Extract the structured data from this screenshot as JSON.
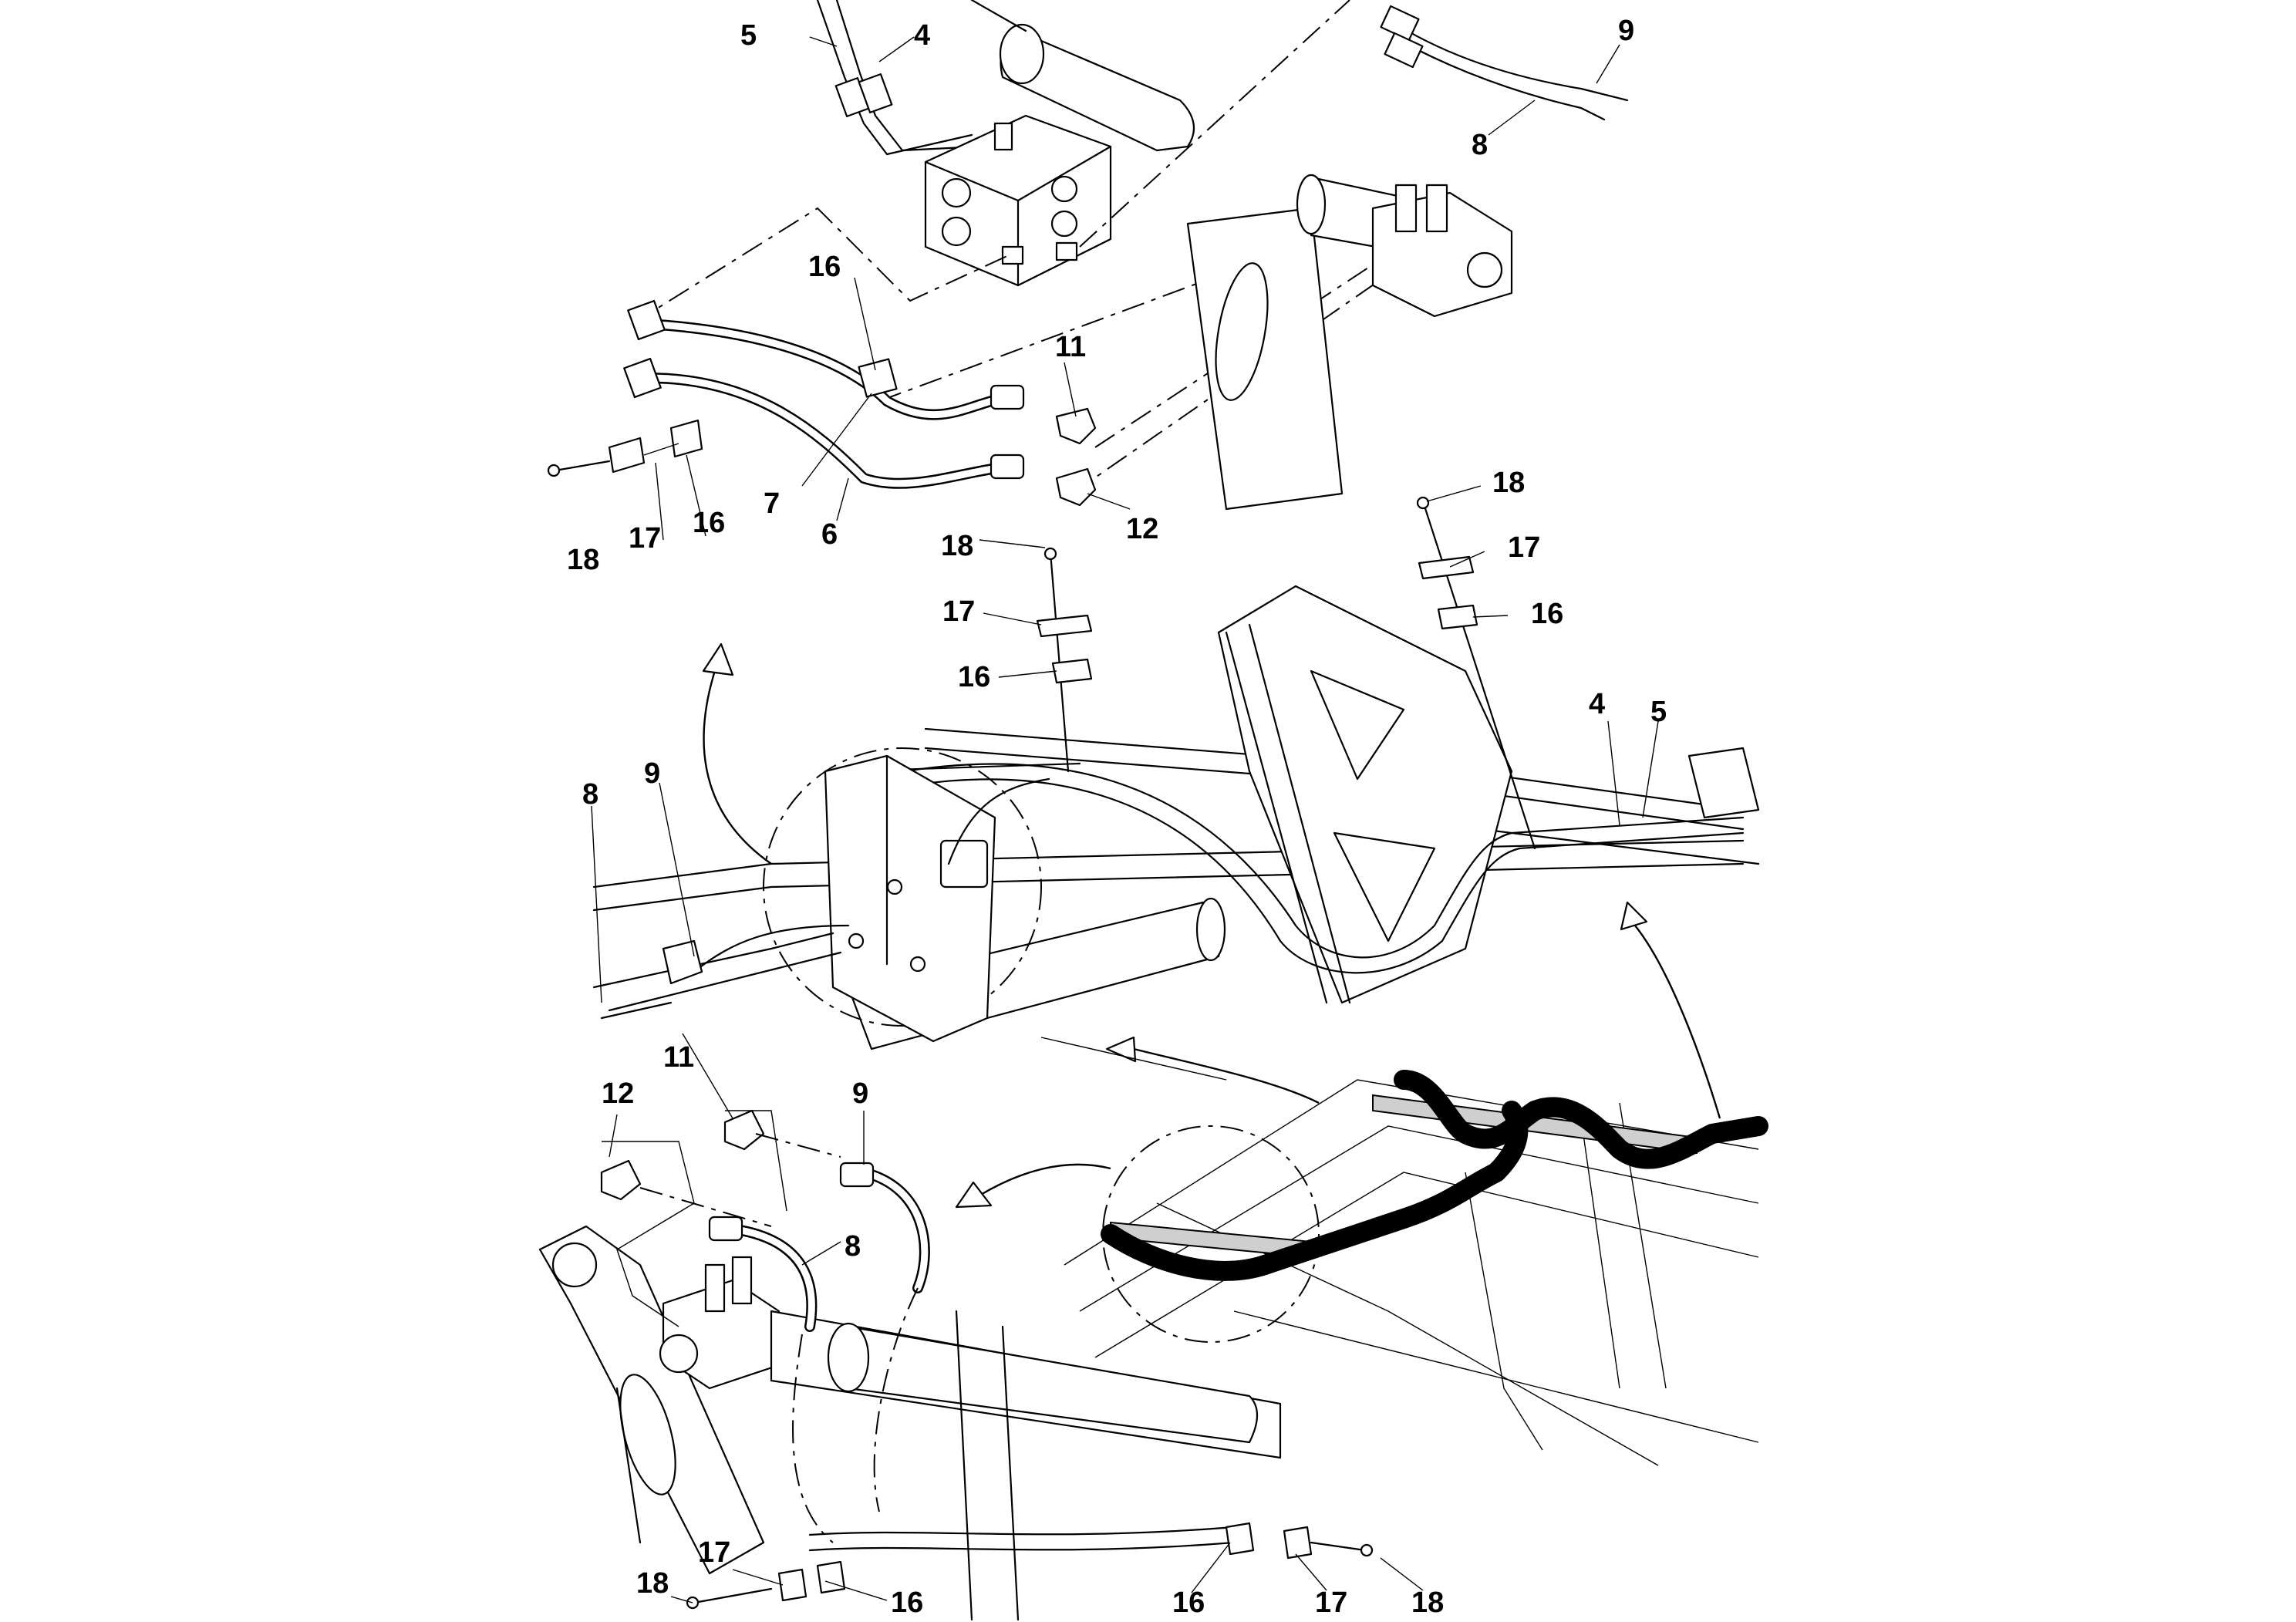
{
  "callouts": [
    {
      "id": "c-5-top",
      "text": "5"
    },
    {
      "id": "c-4-top",
      "text": "4"
    },
    {
      "id": "c-9-top",
      "text": "9"
    },
    {
      "id": "c-8-top",
      "text": "8"
    },
    {
      "id": "c-16-a",
      "text": "16"
    },
    {
      "id": "c-11-top",
      "text": "11"
    },
    {
      "id": "c-18-a",
      "text": "18"
    },
    {
      "id": "c-17-a",
      "text": "17"
    },
    {
      "id": "c-16-b",
      "text": "16"
    },
    {
      "id": "c-7",
      "text": "7"
    },
    {
      "id": "c-6",
      "text": "6"
    },
    {
      "id": "c-12-top",
      "text": "12"
    },
    {
      "id": "c-18-b",
      "text": "18"
    },
    {
      "id": "c-17-b",
      "text": "17"
    },
    {
      "id": "c-16-c",
      "text": "16"
    },
    {
      "id": "c-18-c",
      "text": "18"
    },
    {
      "id": "c-17-c",
      "text": "17"
    },
    {
      "id": "c-16-d",
      "text": "16"
    },
    {
      "id": "c-8-mid",
      "text": "8"
    },
    {
      "id": "c-9-mid",
      "text": "9"
    },
    {
      "id": "c-4-mid",
      "text": "4"
    },
    {
      "id": "c-5-mid",
      "text": "5"
    },
    {
      "id": "c-11-bot",
      "text": "11"
    },
    {
      "id": "c-12-bot",
      "text": "12"
    },
    {
      "id": "c-9-bot",
      "text": "9"
    },
    {
      "id": "c-8-bot",
      "text": "8"
    },
    {
      "id": "c-18-d",
      "text": "18"
    },
    {
      "id": "c-17-d",
      "text": "17"
    },
    {
      "id": "c-16-e",
      "text": "16"
    },
    {
      "id": "c-16-f",
      "text": "16"
    },
    {
      "id": "c-17-e",
      "text": "17"
    },
    {
      "id": "c-18-e",
      "text": "18"
    }
  ]
}
